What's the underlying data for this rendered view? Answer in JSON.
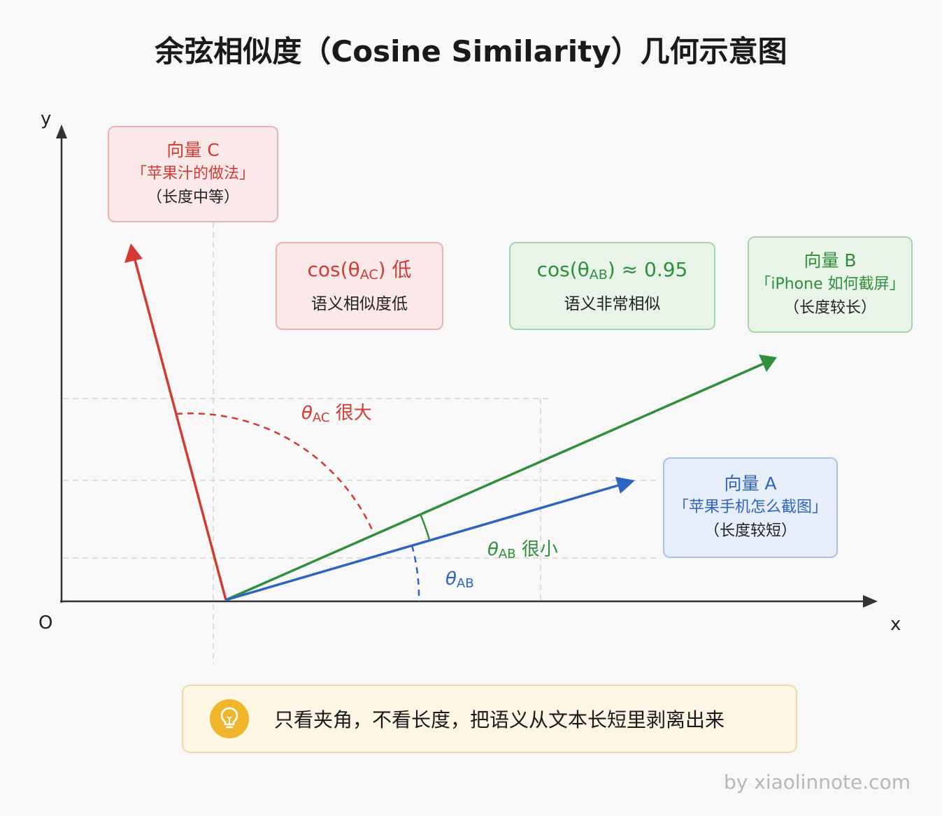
{
  "title": "余弦相似度（Cosine Similarity）几何示意图",
  "axes": {
    "x": "x",
    "y": "y",
    "origin": "O"
  },
  "vector_c": {
    "name": "向量 C",
    "text": "「苹果汁的做法」",
    "length": "（长度中等）"
  },
  "vector_b": {
    "name": "向量 B",
    "text": "「iPhone 如何截屏」",
    "length": "（长度较长）"
  },
  "vector_a": {
    "name": "向量 A",
    "text": "「苹果手机怎么截图」",
    "length": "（长度较短）"
  },
  "cos_ac": {
    "prefix": "cos(θ",
    "sub": "AC",
    "suffix": ") 低",
    "desc": "语义相似度低"
  },
  "cos_ab": {
    "prefix": "cos(θ",
    "sub": "AB",
    "suffix": ") ≈ 0.95",
    "desc": "语义非常相似"
  },
  "angle_ac": {
    "theta": "θ",
    "sub": "AC",
    "suffix": " 很大"
  },
  "angle_ab_green": {
    "theta": "θ",
    "sub": "AB",
    "suffix": " 很小"
  },
  "angle_ab_blue": {
    "theta": "θ",
    "sub": "AB"
  },
  "tip": {
    "icon": "lightbulb-icon",
    "text": "只看夹角，不看长度，把语义从文本长短里剥离出来"
  },
  "credit": "by xiaolinnote.com",
  "colors": {
    "red": "#d23a33",
    "green": "#2f8f3a",
    "blue": "#2f63c0",
    "bulb": "#f0b62b"
  }
}
